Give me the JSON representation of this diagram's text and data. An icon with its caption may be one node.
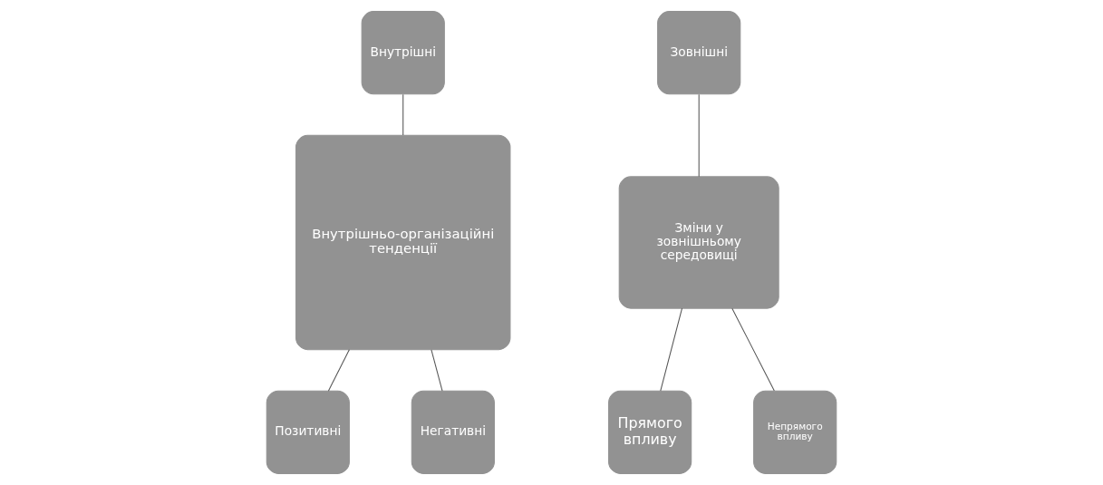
{
  "diagram": {
    "nodes": [
      {
        "text": [
          "Внутрішні"
        ]
      },
      {
        "text": [
          "Внутрішньо-організаційні тенденції"
        ]
      },
      {
        "text": [
          "Позитивні"
        ]
      },
      {
        "text": [
          "Негативні"
        ]
      },
      {
        "text": [
          "Зовнішні"
        ]
      },
      {
        "text": [
          "Зміни у зовнішньому середовищі"
        ]
      },
      {
        "text": [
          "Прямого впливу"
        ]
      },
      {
        "text": [
          "Непрямого впливу"
        ]
      }
    ],
    "edges": [
      {
        "from": 0,
        "to": 1,
        "arrow": "none"
      },
      {
        "from": 1,
        "to": 2,
        "arrow": "none"
      },
      {
        "from": 1,
        "to": 3,
        "arrow": "none"
      },
      {
        "from": 4,
        "to": 5,
        "arrow": "none"
      },
      {
        "from": 5,
        "to": 6,
        "arrow": "none"
      },
      {
        "from": 5,
        "to": 7,
        "arrow": "none"
      }
    ]
  }
}
